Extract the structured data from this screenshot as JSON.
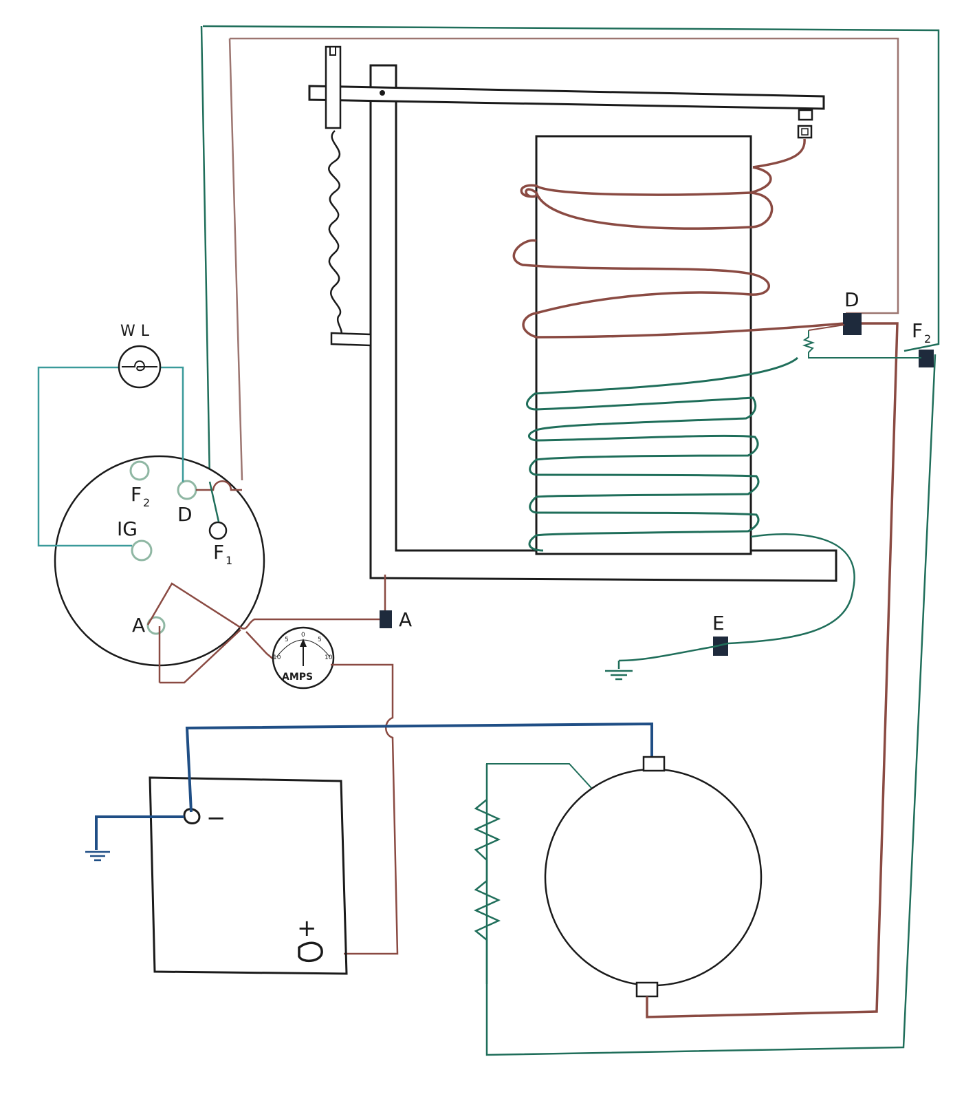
{
  "colors": {
    "outline": "#1a1a1a",
    "brown_wire": "#8a4a42",
    "brown_light": "#9c7570",
    "green_wire": "#1f6e5a",
    "teal_wire": "#3a9a9a",
    "blue_wire": "#1f4e85",
    "terminal_fill": "#1e2a3c",
    "port_ring": "#8fb7a3"
  },
  "labels": {
    "warning_lamp": "WL",
    "f2_connector": "F",
    "f2_connector_sub": "2",
    "d_connector": "D",
    "ig_connector": "IG",
    "f1_connector": "F",
    "f1_connector_sub": "1",
    "a_connector": "A",
    "terminal_a": "A",
    "terminal_d": "D",
    "terminal_f2": "F",
    "terminal_f2_sub": "2",
    "terminal_e": "E",
    "ammeter": "AMPS",
    "ammeter_scale": [
      "10",
      "5",
      "0",
      "5",
      "10"
    ],
    "battery_neg": "−",
    "battery_pos": "+"
  }
}
